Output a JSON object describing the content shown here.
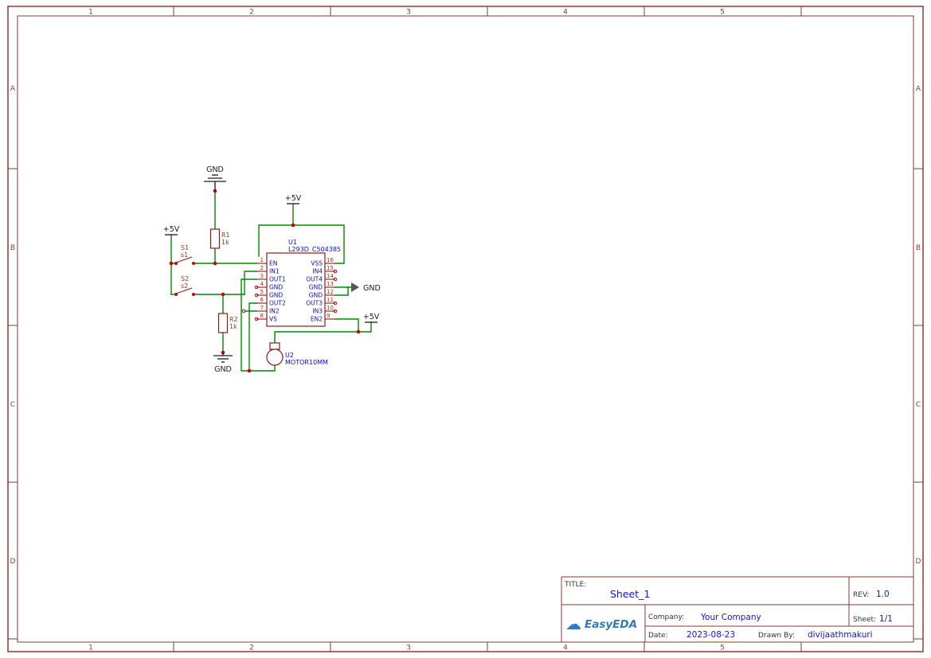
{
  "colors": {
    "frame": "#8e3a32",
    "wire": "#008800",
    "symbol": "#8b1a1a",
    "blue": "#0a0acd",
    "brown": "#8b3a1a",
    "black": "#1a1a1a",
    "junction": "#cc0000",
    "gnd_flag": "#555555",
    "logo": "#2e7bbf",
    "title_blue": "#1515cc"
  },
  "frame": {
    "columns": [
      "1",
      "2",
      "3",
      "4",
      "5"
    ],
    "rows": [
      "A",
      "B",
      "C",
      "D"
    ]
  },
  "power": {
    "p5v": "+5V",
    "gnd": "GND"
  },
  "u1": {
    "ref": "U1",
    "value": "L293D_C504385",
    "pins_left": [
      {
        "num": "1",
        "name": "EN"
      },
      {
        "num": "2",
        "name": "IN1"
      },
      {
        "num": "3",
        "name": "OUT1"
      },
      {
        "num": "4",
        "name": "GND"
      },
      {
        "num": "5",
        "name": "GND"
      },
      {
        "num": "6",
        "name": "OUT2"
      },
      {
        "num": "7",
        "name": "IN2"
      },
      {
        "num": "8",
        "name": "VS"
      }
    ],
    "pins_right": [
      {
        "num": "16",
        "name": "VSS"
      },
      {
        "num": "15",
        "name": "IN4"
      },
      {
        "num": "14",
        "name": "OUT4"
      },
      {
        "num": "13",
        "name": "GND"
      },
      {
        "num": "12",
        "name": "GND"
      },
      {
        "num": "11",
        "name": "OUT3"
      },
      {
        "num": "10",
        "name": "IN3"
      },
      {
        "num": "9",
        "name": "EN2"
      }
    ]
  },
  "u2": {
    "ref": "U2",
    "value": "MOTOR10MM"
  },
  "r1": {
    "ref": "R1",
    "value": "1k"
  },
  "r2": {
    "ref": "R2",
    "value": "1k"
  },
  "s1": {
    "ref": "S1",
    "value": "s1"
  },
  "s2": {
    "ref": "S2",
    "value": "s2"
  },
  "title_block": {
    "title_label": "TITLE:",
    "title": "Sheet_1",
    "rev_label": "REV:",
    "rev": "1.0",
    "company_label": "Company:",
    "company": "Your Company",
    "sheet_label": "Sheet:",
    "sheet": "1/1",
    "date_label": "Date:",
    "date": "2023-08-23",
    "drawn_by_label": "Drawn By:",
    "drawn_by": "divijaathmakuri",
    "logo_text": "EasyEDA",
    "logo_icon": "☁"
  }
}
